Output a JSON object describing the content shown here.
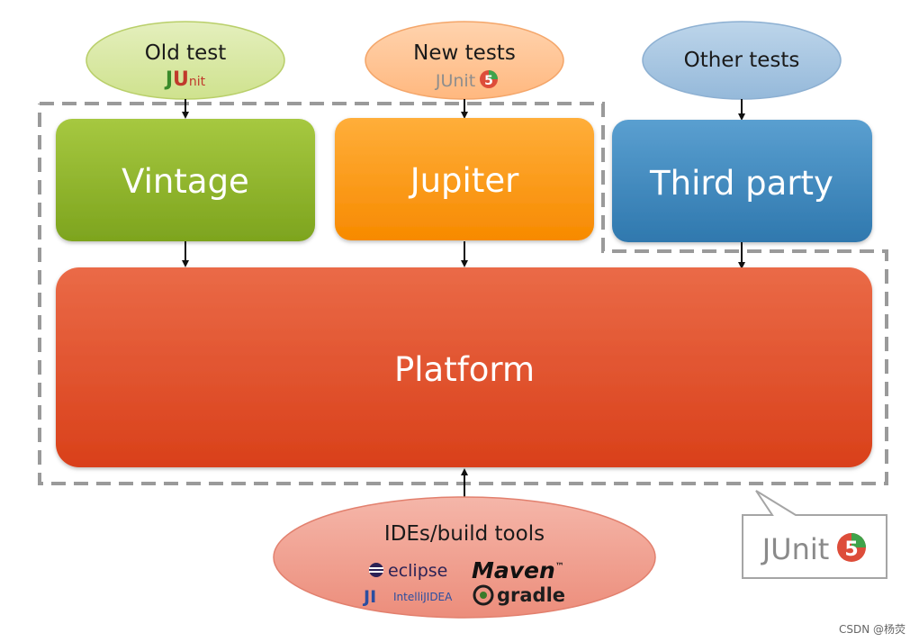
{
  "inputs": {
    "old": {
      "label": "Old test",
      "logo_j": "J",
      "logo_u": "U",
      "logo_nit": "nit"
    },
    "new": {
      "label": "New tests",
      "logo": "JUnit",
      "logo_badge": "5"
    },
    "other": {
      "label": "Other tests"
    }
  },
  "engines": {
    "vintage": "Vintage",
    "jupiter": "Jupiter",
    "third_party": "Third party"
  },
  "platform": {
    "label": "Platform"
  },
  "tools": {
    "label": "IDEs/build tools",
    "eclipse": "eclipse",
    "maven": "Maven",
    "maven_tm": "™",
    "intellij_mark": "JI",
    "intellij": "IntelliJIDEA",
    "gradle": "gradle"
  },
  "callout": {
    "logo": "JUnit",
    "badge": "5"
  },
  "watermark": "CSDN @杨荧",
  "colors": {
    "vintage": "#8db52a",
    "jupiter": "#ff9a1a",
    "third_party": "#3f88bd",
    "platform": "#e54a23",
    "old_ellipse": "#d9e9a6",
    "new_ellipse": "#ffc89a",
    "other_ellipse": "#a9c8e2",
    "tools_ellipse": "#f19f90",
    "junit5_red": "#dd4d3a",
    "junit5_green": "#3fa34a"
  }
}
